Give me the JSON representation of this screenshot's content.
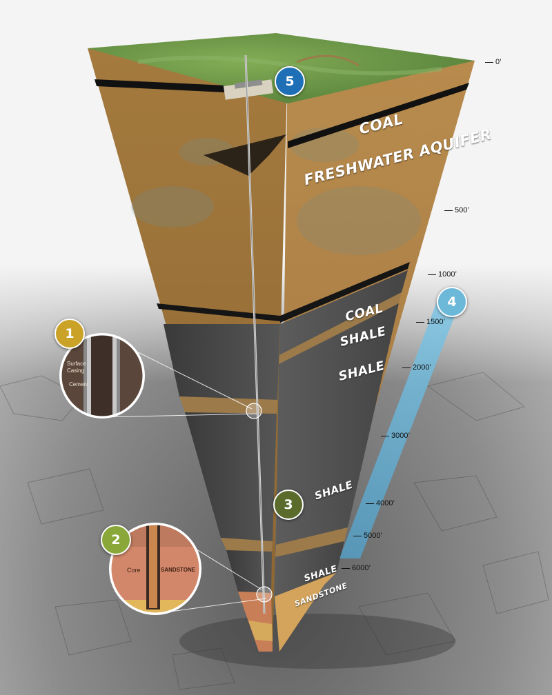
{
  "layers": {
    "coal_top": "COAL",
    "freshwater_aquifer": "FRESHWATER AQUIFER",
    "coal_mid": "COAL",
    "shale_1": "SHALE",
    "shale_2": "SHALE",
    "shale_3": "SHALE",
    "shale_4": "SHALE",
    "sandstone": "SANDSTONE"
  },
  "depths": {
    "d0": "0’",
    "d500": "500’",
    "d1000": "1000’",
    "d1500": "1500’",
    "d2000": "2000’",
    "d3000": "3000’",
    "d4000": "4000’",
    "d5000": "5000’",
    "d6000": "6000’"
  },
  "markers": {
    "m1": "1",
    "m2": "2",
    "m3": "3",
    "m4": "4",
    "m5": "5"
  },
  "callouts": {
    "surface_casing": "Surface Casing",
    "cement": "Cement",
    "core": "Core",
    "sandstone": "SANDSTONE"
  },
  "colors": {
    "marker_1": "#c9a227",
    "marker_2": "#8aa83a",
    "marker_3": "#5a6b2c",
    "marker_4": "#6cb8d8",
    "marker_5": "#1e6fb5",
    "topsoil": "#b08747",
    "shale": "#4a4a4a",
    "sandstone": "#c87f57",
    "grass": "#6f9a45"
  }
}
